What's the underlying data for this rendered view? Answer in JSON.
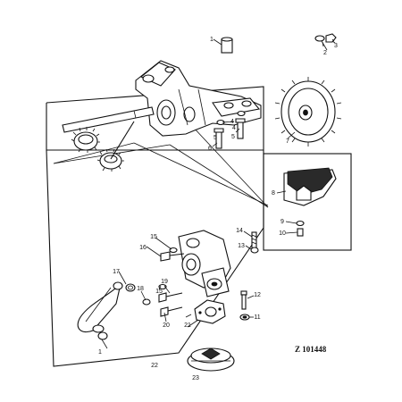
{
  "diagram": {
    "figure_ref": "Z 101448",
    "callouts": [
      "1",
      "2",
      "3",
      "4",
      "5",
      "6",
      "7",
      "8",
      "9",
      "10",
      "11",
      "12",
      "13",
      "14",
      "15",
      "16",
      "17",
      "18",
      "19",
      "20",
      "21",
      "22",
      "23"
    ],
    "extra_callouts": [
      "4",
      "5",
      "15",
      "1"
    ]
  }
}
